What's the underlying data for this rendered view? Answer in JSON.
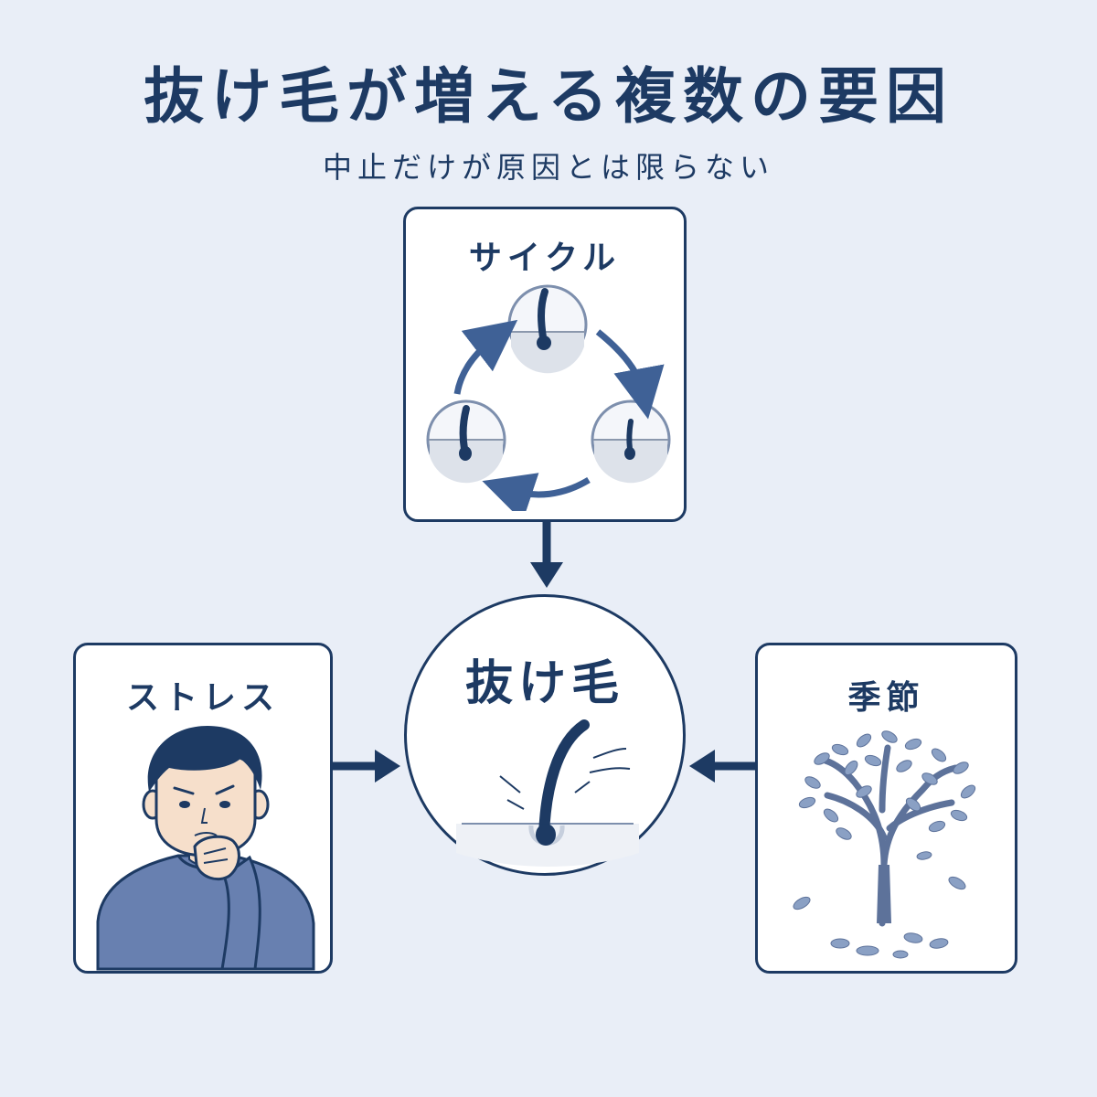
{
  "title": "抜け毛が増える複数の要因",
  "subtitle": "中止だけが原因とは限らない",
  "center": {
    "label": "抜け毛",
    "icon": "hair-falling-icon"
  },
  "factors": {
    "cycle": {
      "label": "サイクル",
      "icon": "hair-growth-cycle-icon"
    },
    "stress": {
      "label": "ストレス",
      "icon": "worried-man-icon"
    },
    "season": {
      "label": "季節",
      "icon": "tree-falling-leaves-icon"
    }
  },
  "colors": {
    "primary": "#1d3a63",
    "accent": "#3f6196",
    "background": "#e9eef7",
    "card": "#ffffff"
  }
}
